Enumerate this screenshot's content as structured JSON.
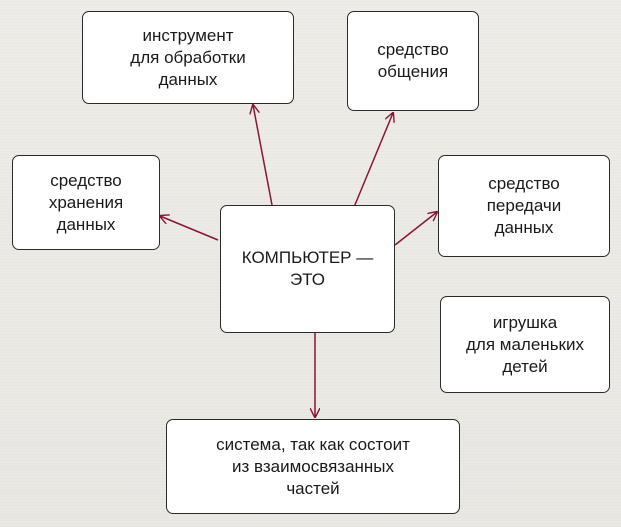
{
  "diagram": {
    "center": "КОМПЬЮТЕР —\nЭТО",
    "nodes": {
      "tool": "инструмент\nдля  обработки\nданных",
      "communication": "средство\nобщения",
      "storage": "средство\nхранения\nданных",
      "transmission": "средство\nпередачи\nданных",
      "toy": "игрушка\nдля  маленьких\nдетей",
      "system": "система,  так как  состоит\nиз  взаимосвязанных\nчастей"
    },
    "arrow_color": "#8a1530"
  }
}
